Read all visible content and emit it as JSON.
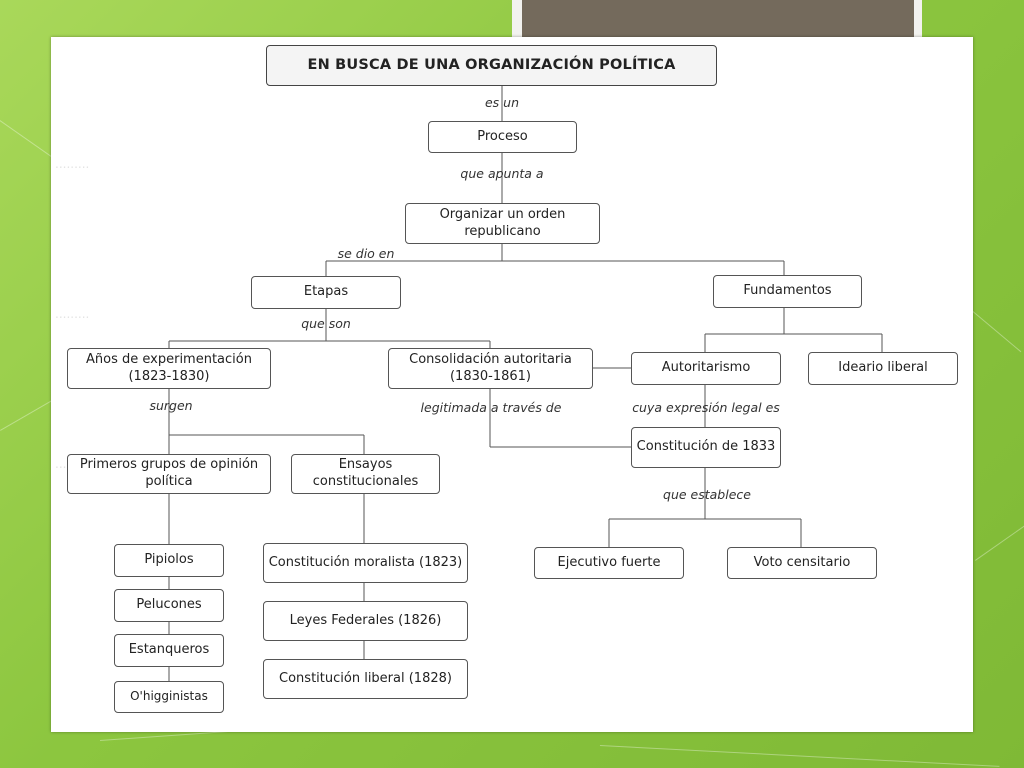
{
  "title": "EN BUSCA DE UNA ORGANIZACIÓN POLÍTICA",
  "nodes": {
    "proceso": "Proceso",
    "organizar": "Organizar un orden republicano",
    "etapas": "Etapas",
    "fundamentos": "Fundamentos",
    "anos": "Años de experimentación (1823-1830)",
    "consolidacion": "Consolidación autoritaria (1830-1861)",
    "autoritarismo": "Autoritarismo",
    "ideario": "Ideario liberal",
    "primeros": "Primeros grupos de opinión política",
    "ensayos": "Ensayos constitucionales",
    "constitucion1833": "Constitución de 1833",
    "pipiolos": "Pipiolos",
    "pelucones": "Pelucones",
    "estanqueros": "Estanqueros",
    "ohigginistas": "O'higginistas",
    "moralista": "Constitución moralista (1823)",
    "federales": "Leyes Federales (1826)",
    "liberal1828": "Constitución liberal (1828)",
    "ejecutivo": "Ejecutivo fuerte",
    "voto": "Voto censitario"
  },
  "links": {
    "es_un": "es un",
    "que_apunta_a": "que apunta a",
    "se_dio_en": "se dio en",
    "que_son": "que son",
    "surgen": "surgen",
    "legitimada": "legitimada a través de",
    "cuya_expresion": "cuya expresión legal es",
    "que_establece": "que establece"
  },
  "colors": {
    "background": "#8cc63f",
    "top_bar": "#746a5c",
    "line": "#555555"
  }
}
